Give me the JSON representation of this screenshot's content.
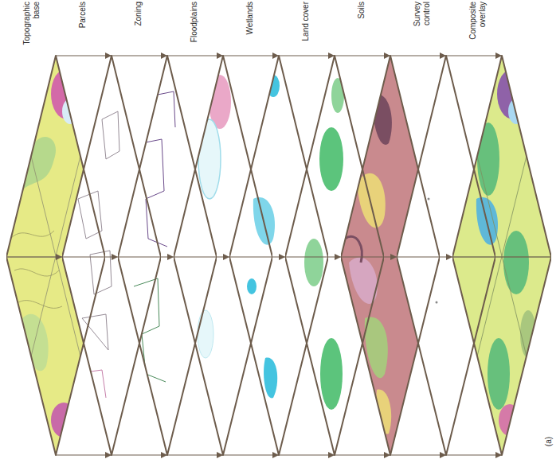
{
  "diagram": {
    "nodes": [
      {
        "text": [
          "Topographic base"
        ]
      },
      {
        "text": [
          "Parcels"
        ]
      },
      {
        "text": [
          "Zoning"
        ]
      },
      {
        "text": [
          "Floodplains"
        ]
      },
      {
        "text": [
          "Wetlands"
        ]
      },
      {
        "text": [
          "Land cover"
        ]
      },
      {
        "text": [
          "Soils"
        ]
      },
      {
        "text": [
          "Survey control"
        ]
      },
      {
        "text": [
          "Composite overlay"
        ]
      }
    ],
    "edges": [
      {
        "from": 0,
        "to": 1,
        "arrow": "to"
      },
      {
        "from": 1,
        "to": 2,
        "arrow": "to"
      },
      {
        "from": 2,
        "to": 3,
        "arrow": "to"
      },
      {
        "from": 3,
        "to": 4,
        "arrow": "to"
      },
      {
        "from": 4,
        "to": 5,
        "arrow": "to"
      },
      {
        "from": 5,
        "to": 6,
        "arrow": "to"
      },
      {
        "from": 6,
        "to": 7,
        "arrow": "to"
      },
      {
        "from": 7,
        "to": 8,
        "arrow": "to"
      }
    ],
    "labels": [
      "(a)"
    ]
  }
}
